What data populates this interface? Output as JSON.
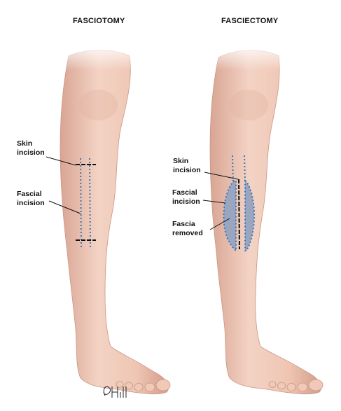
{
  "left_panel": {
    "title": "FASCIOTOMY",
    "labels": {
      "skin_incision_line1": "Skin",
      "skin_incision_line2": "incision",
      "fascial_incision_line1": "Fascial",
      "fascial_incision_line2": "incision"
    }
  },
  "right_panel": {
    "title": "FASCIECTOMY",
    "labels": {
      "skin_incision_line1": "Skin",
      "skin_incision_line2": "incision",
      "fascial_incision_line1": "Fascial",
      "fascial_incision_line2": "incision",
      "fascia_removed_line1": "Fascia",
      "fascia_removed_line2": "removed"
    }
  },
  "colors": {
    "skin": "#f0c9b8",
    "skin_shadow": "#d9a594",
    "incision_dots": "#3a78b8",
    "fascia_removed": "#9aa6bf",
    "incision_line": "#111111"
  }
}
